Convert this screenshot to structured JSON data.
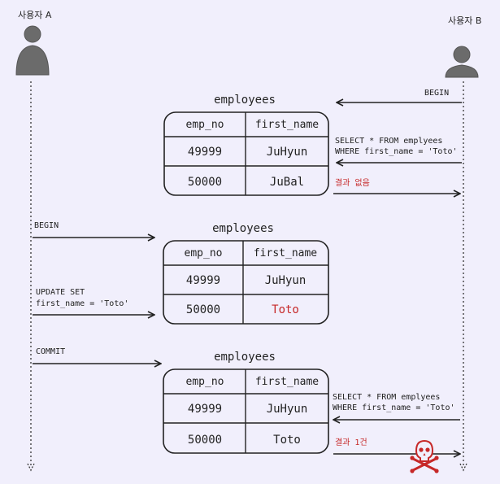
{
  "actors": {
    "a": "사용자 A",
    "b": "사용자 B"
  },
  "table_title": "employees",
  "columns": [
    "emp_no",
    "first_name"
  ],
  "tables": [
    {
      "rows": [
        [
          "49999",
          "JuHyun"
        ],
        [
          "50000",
          "JuBal"
        ]
      ]
    },
    {
      "rows": [
        [
          "49999",
          "JuHyun"
        ],
        [
          "50000",
          "Toto"
        ]
      ]
    },
    {
      "rows": [
        [
          "49999",
          "JuHyun"
        ],
        [
          "50000",
          "Toto"
        ]
      ]
    }
  ],
  "messages": {
    "b_begin": "BEGIN",
    "b_select_1_line1": "SELECT * FROM emplyees",
    "b_select_1_line2": "WHERE first_name = 'Toto'",
    "b_result_1": "결과 없음",
    "a_begin": "BEGIN",
    "a_update_line1": "UPDATE SET",
    "a_update_line2": "first_name = 'Toto'",
    "a_commit": "COMMIT",
    "b_select_2_line1": "SELECT * FROM emplyees",
    "b_select_2_line2": "WHERE first_name = 'Toto'",
    "b_result_2": "결과 1건"
  },
  "colors": {
    "background": "#f1effc",
    "ink": "#222222",
    "highlight": "#c62828",
    "avatar": "#6b6b6b"
  },
  "icons": {
    "user_avatar": "person-icon",
    "phantom": "skull-crossbones-icon"
  }
}
